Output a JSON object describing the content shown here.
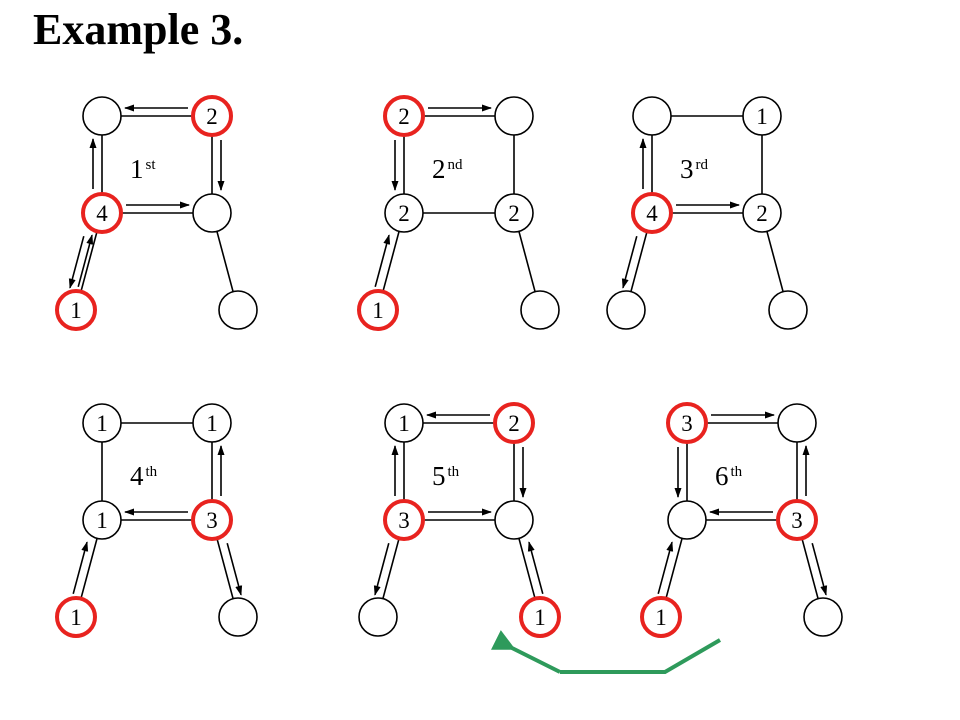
{
  "title": "Example 3.",
  "colors": {
    "highlight": "#e8231f",
    "normal": "#000000",
    "edge": "#000000",
    "green_arrow": "#2e9a5b"
  },
  "steps": [
    {
      "label": {
        "num": "1",
        "sup": "st"
      },
      "nodes": [
        {
          "id": "TL",
          "value": "",
          "highlight": false
        },
        {
          "id": "TR",
          "value": "2",
          "highlight": true
        },
        {
          "id": "ML",
          "value": "4",
          "highlight": true
        },
        {
          "id": "MR",
          "value": "",
          "highlight": false
        },
        {
          "id": "BL",
          "value": "1",
          "highlight": true
        },
        {
          "id": "BR",
          "value": "",
          "highlight": false
        }
      ],
      "messages": [
        [
          "TR",
          "TL"
        ],
        [
          "TR",
          "MR"
        ],
        [
          "ML",
          "TL"
        ],
        [
          "ML",
          "MR"
        ],
        [
          "ML",
          "BL"
        ],
        [
          "BL",
          "ML"
        ]
      ]
    },
    {
      "label": {
        "num": "2",
        "sup": "nd"
      },
      "nodes": [
        {
          "id": "TL",
          "value": "2",
          "highlight": true
        },
        {
          "id": "TR",
          "value": "",
          "highlight": false
        },
        {
          "id": "ML",
          "value": "2",
          "highlight": false
        },
        {
          "id": "MR",
          "value": "2",
          "highlight": false
        },
        {
          "id": "BL",
          "value": "1",
          "highlight": true
        },
        {
          "id": "BR",
          "value": "",
          "highlight": false
        }
      ],
      "messages": [
        [
          "TL",
          "TR"
        ],
        [
          "TL",
          "ML"
        ],
        [
          "BL",
          "ML"
        ]
      ]
    },
    {
      "label": {
        "num": "3",
        "sup": "rd"
      },
      "nodes": [
        {
          "id": "TL",
          "value": "",
          "highlight": false
        },
        {
          "id": "TR",
          "value": "1",
          "highlight": false
        },
        {
          "id": "ML",
          "value": "4",
          "highlight": true
        },
        {
          "id": "MR",
          "value": "2",
          "highlight": false
        },
        {
          "id": "BL",
          "value": "",
          "highlight": false
        },
        {
          "id": "BR",
          "value": "",
          "highlight": false
        }
      ],
      "messages": [
        [
          "ML",
          "TL"
        ],
        [
          "ML",
          "MR"
        ],
        [
          "ML",
          "BL"
        ]
      ]
    },
    {
      "label": {
        "num": "4",
        "sup": "th"
      },
      "nodes": [
        {
          "id": "TL",
          "value": "1",
          "highlight": false
        },
        {
          "id": "TR",
          "value": "1",
          "highlight": false
        },
        {
          "id": "ML",
          "value": "1",
          "highlight": false
        },
        {
          "id": "MR",
          "value": "3",
          "highlight": true
        },
        {
          "id": "BL",
          "value": "1",
          "highlight": true
        },
        {
          "id": "BR",
          "value": "",
          "highlight": false
        }
      ],
      "messages": [
        [
          "MR",
          "TR"
        ],
        [
          "MR",
          "ML"
        ],
        [
          "MR",
          "BR"
        ],
        [
          "BL",
          "ML"
        ]
      ]
    },
    {
      "label": {
        "num": "5",
        "sup": "th"
      },
      "nodes": [
        {
          "id": "TL",
          "value": "1",
          "highlight": false
        },
        {
          "id": "TR",
          "value": "2",
          "highlight": true
        },
        {
          "id": "ML",
          "value": "3",
          "highlight": true
        },
        {
          "id": "MR",
          "value": "",
          "highlight": false
        },
        {
          "id": "BL",
          "value": "",
          "highlight": false
        },
        {
          "id": "BR",
          "value": "1",
          "highlight": true
        }
      ],
      "messages": [
        [
          "TR",
          "TL"
        ],
        [
          "TR",
          "MR"
        ],
        [
          "ML",
          "TL"
        ],
        [
          "ML",
          "MR"
        ],
        [
          "ML",
          "BL"
        ],
        [
          "BR",
          "MR"
        ]
      ]
    },
    {
      "label": {
        "num": "6",
        "sup": "th"
      },
      "nodes": [
        {
          "id": "TL",
          "value": "3",
          "highlight": true
        },
        {
          "id": "TR",
          "value": "",
          "highlight": false
        },
        {
          "id": "ML",
          "value": "",
          "highlight": false
        },
        {
          "id": "MR",
          "value": "3",
          "highlight": true
        },
        {
          "id": "BL",
          "value": "1",
          "highlight": true
        },
        {
          "id": "BR",
          "value": "",
          "highlight": false
        }
      ],
      "messages": [
        [
          "TL",
          "TR"
        ],
        [
          "TL",
          "ML"
        ],
        [
          "MR",
          "TR"
        ],
        [
          "MR",
          "ML"
        ],
        [
          "MR",
          "BR"
        ],
        [
          "BL",
          "ML"
        ]
      ]
    }
  ]
}
